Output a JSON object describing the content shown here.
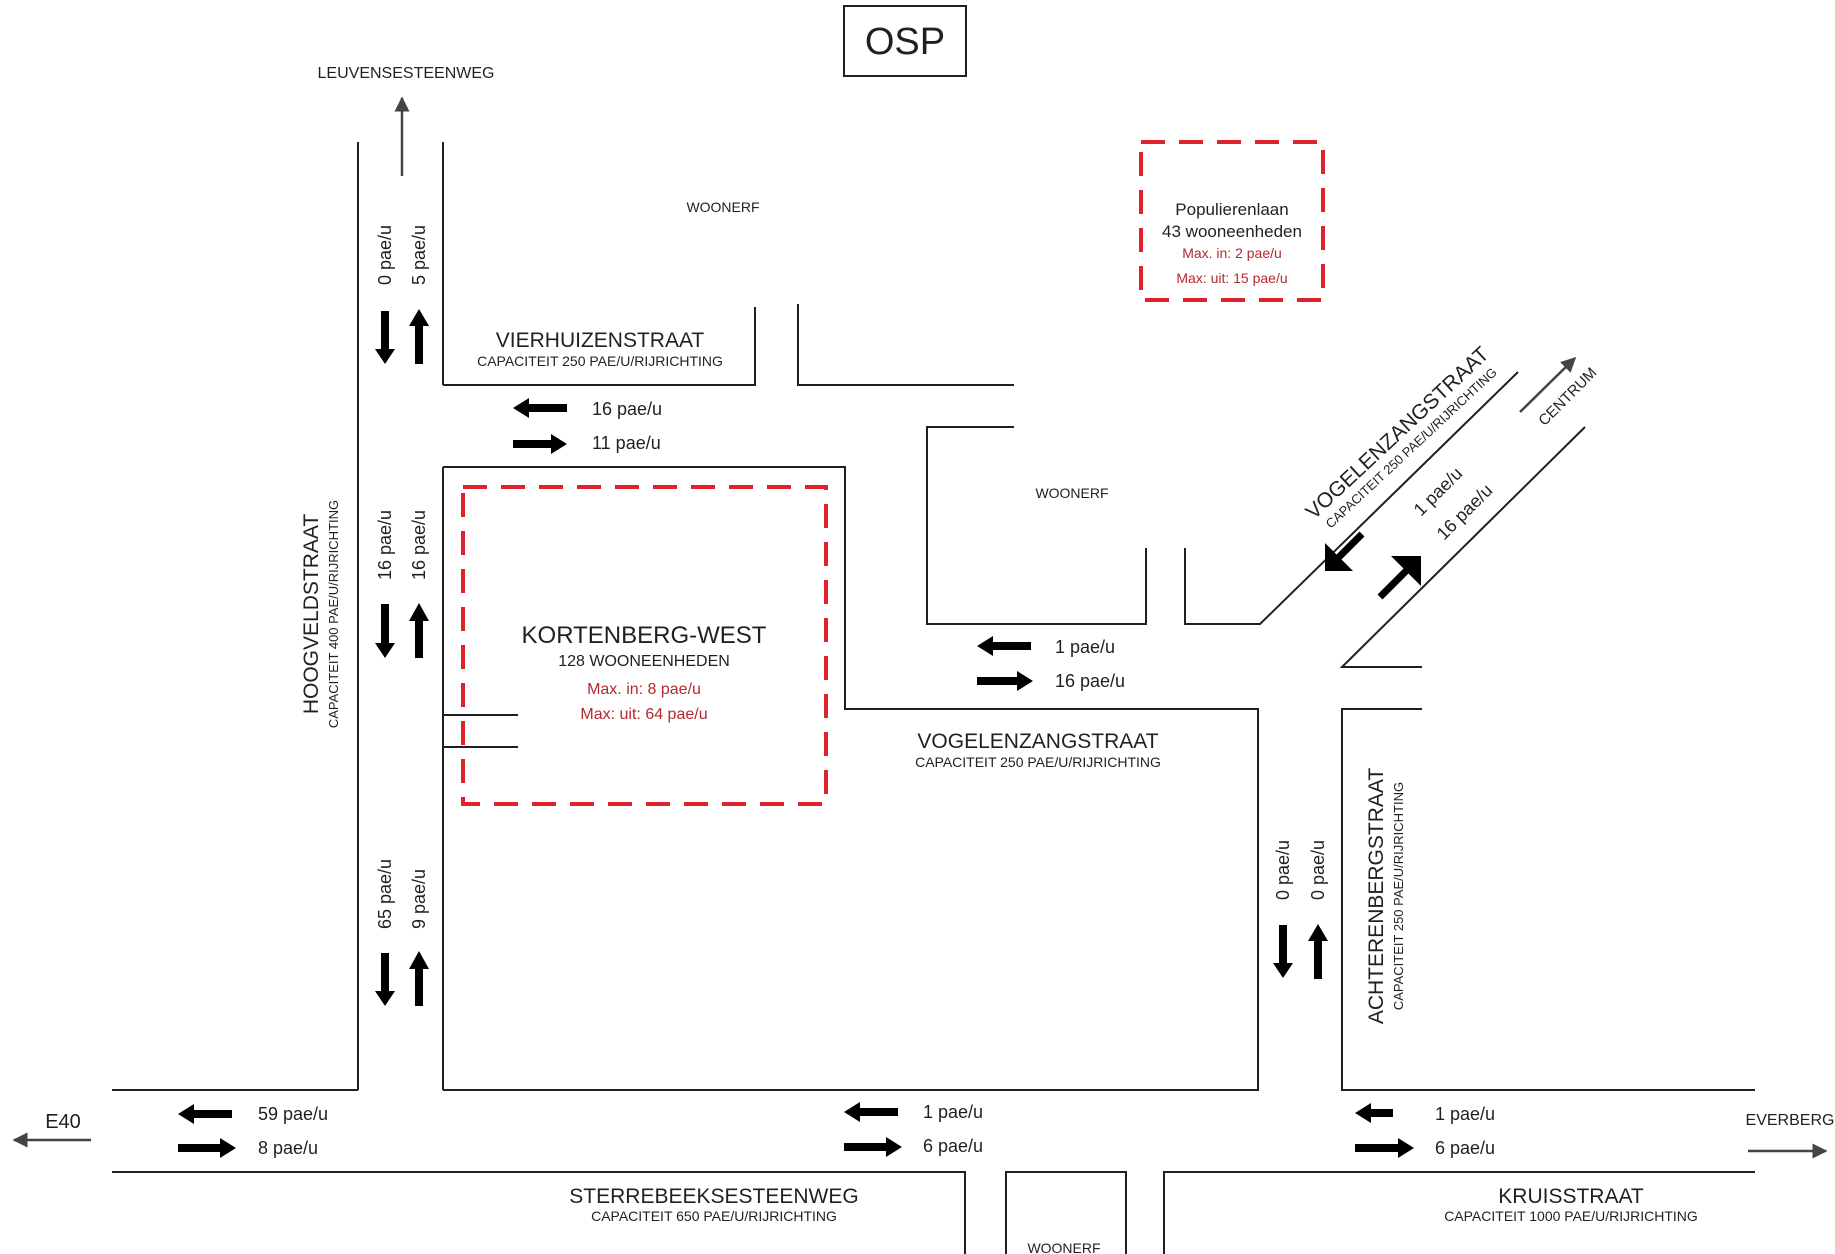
{
  "title": "OSP",
  "streets": {
    "leuvensesteenweg": "LEUVENSESTEENWEG",
    "e40": "E40",
    "everberg": "EVERBERG",
    "centrum": "CENTRUM",
    "hoogveldstraat": {
      "name": "HOOGVELDSTRAAT",
      "capacity": "CAPACITEIT 400 PAE/U/RIJRICHTING"
    },
    "vierhuizenstraat": {
      "name": "VIERHUIZENSTRAAT",
      "capacity": "CAPACITEIT 250 PAE/U/RIJRICHTING"
    },
    "vogelenzangstraat_diag": {
      "name": "VOGELENZANGSTRAAT",
      "capacity": "CAPACITEIT 250 PAE/U/RIJRICHTING"
    },
    "vogelenzangstraat": {
      "name": "VOGELENZANGSTRAAT",
      "capacity": "CAPACITEIT 250 PAE/U/RIJRICHTING"
    },
    "achterenbergstraat": {
      "name": "ACHTERENBERGSTRAAT",
      "capacity": "CAPACITEIT 250 PAE/U/RIJRICHTING"
    },
    "sterrebeeksesteenweg": {
      "name": "STERREBEEKSESTEENWEG",
      "capacity": "CAPACITEIT 650 PAE/U/RIJRICHTING"
    },
    "kruisstraat": {
      "name": "KRUISSTRAAT",
      "capacity": "CAPACITEIT 1000 PAE/U/RIJRICHTING"
    }
  },
  "woonerf": {
    "top": "WOONERF",
    "middle": "WOONERF",
    "bottom": "WOONERF"
  },
  "projects": {
    "kortenberg_west": {
      "name": "KORTENBERG-WEST",
      "units": "128 WOONEENHEDEN",
      "max_in": "Max. in: 8 pae/u",
      "max_out": "Max: uit: 64 pae/u"
    },
    "populierenlaan": {
      "name": "Populierenlaan",
      "units": "43 wooneenheden",
      "max_in": "Max. in: 2 pae/u",
      "max_out": "Max: uit: 15 pae/u"
    }
  },
  "flows": {
    "hoog_top_down": "0 pae/u",
    "hoog_top_up": "5 pae/u",
    "hoog_mid_down": "16 pae/u",
    "hoog_mid_up": "16 pae/u",
    "hoog_bot_down": "65 pae/u",
    "hoog_bot_up": "9 pae/u",
    "vier_left": "16 pae/u",
    "vier_right": "11 pae/u",
    "vogel_left": "1 pae/u",
    "vogel_right": "16 pae/u",
    "vogel_diag_in": "1 pae/u",
    "vogel_diag_out": "16 pae/u",
    "achter_down": "0 pae/u",
    "achter_up": "0 pae/u",
    "sterre_w_left": "59 pae/u",
    "sterre_w_right": "8 pae/u",
    "sterre_c_left": "1 pae/u",
    "sterre_c_right": "6 pae/u",
    "kruis_left": "1 pae/u",
    "kruis_right": "6 pae/u"
  },
  "colors": {
    "road": "#231f20",
    "arrow": "#000000",
    "project_border": "#e0232a",
    "project_text": "#b5292e"
  }
}
